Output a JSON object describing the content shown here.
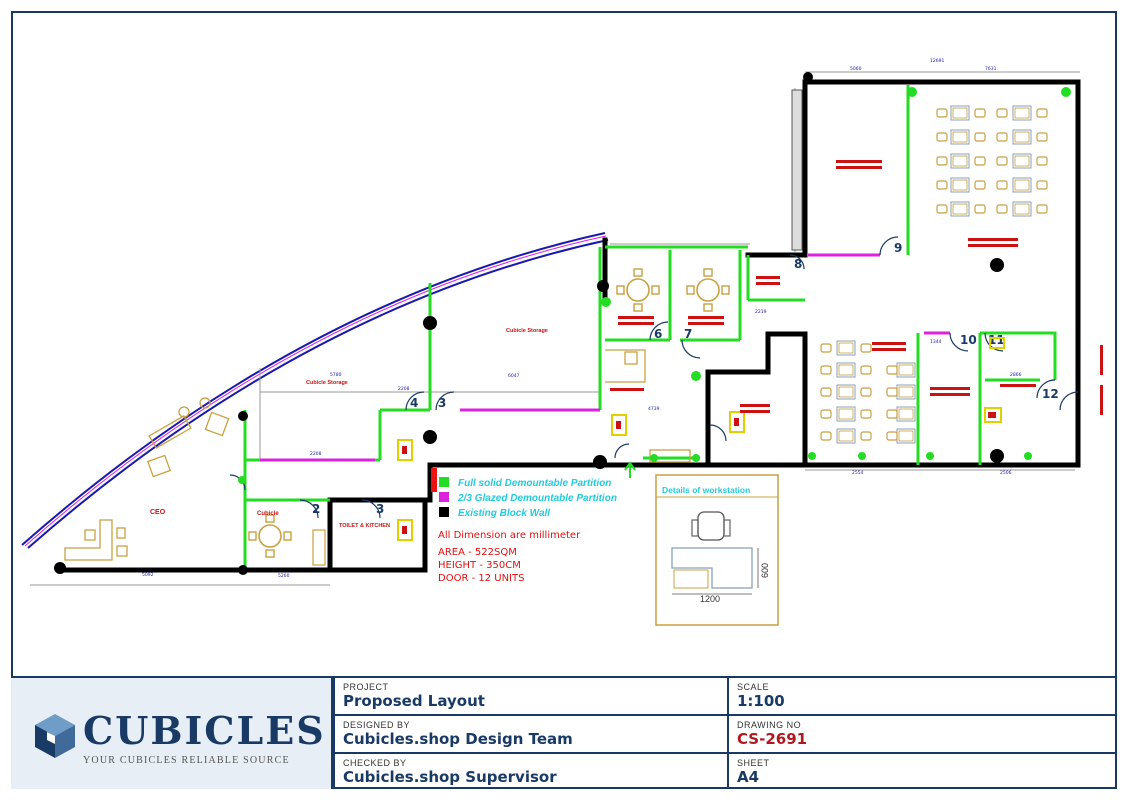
{
  "colors": {
    "frame": "#1a3a66",
    "wall": "#000000",
    "solid_partition": "#22dd22",
    "glass_partition": "#dd22dd",
    "dimension": "#1a1aaa",
    "furniture": "#c8a040",
    "room_label": "#cc1111",
    "legend_text": "#22ccdd",
    "note_text": "#dd1111",
    "drawing_no": "#b01820"
  },
  "legend": {
    "solid": "Full solid Demountable Partition",
    "glass": "2/3 Glazed Demountable Partition",
    "wall": "Existing Block Wall"
  },
  "notes": {
    "dimension": "All Dimension are millimeter",
    "area": "AREA  -  522SQM",
    "height": "HEIGHT  -  350CM",
    "door": "DOOR  -  12 UNITS"
  },
  "detail": {
    "title": "Details of workstation",
    "width": "1200",
    "depth": "600"
  },
  "rooms": {
    "ceo": "CEO",
    "cubicle": "Cubicle",
    "toilet": "TOILET & KITCHEN",
    "cubicle_storage_1": "Cubicle Storage",
    "cubicle_storage_2": "Cubicle Storage"
  },
  "door_numbers": [
    "2",
    "3",
    "4",
    "3",
    "6",
    "7",
    "8",
    "9",
    "10",
    "11",
    "12"
  ],
  "dimensions": [
    "5780",
    "2208",
    "6047",
    "4739",
    "2554",
    "2208",
    "12691",
    "5060",
    "7631",
    "5092",
    "2219",
    "5260",
    "1344",
    "2866",
    "2506"
  ],
  "title_block": {
    "logo_brand": "CUBICLES",
    "logo_tagline": "YOUR CUBICLES RELIABLE SOURCE",
    "project_caption": "PROJECT",
    "project": "Proposed Layout",
    "scale_caption": "SCALE",
    "scale": "1:100",
    "designed_caption": "DESIGNED BY",
    "designed": "Cubicles.shop Design Team",
    "drawing_caption": "DRAWING NO",
    "drawing_no": "CS-2691",
    "checked_caption": "CHECKED BY",
    "checked": "Cubicles.shop Supervisor",
    "sheet_caption": "SHEET",
    "sheet": "A4"
  }
}
